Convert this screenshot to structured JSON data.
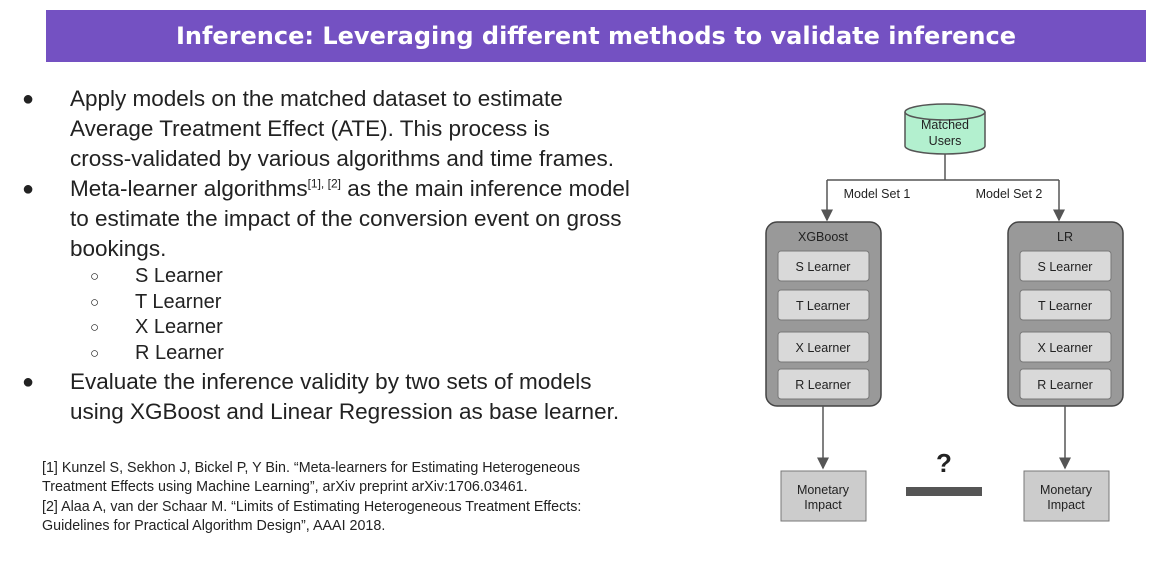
{
  "title": "Inference: Leveraging different methods to validate inference",
  "bullets": [
    {
      "text_a": "Apply models on the matched dataset to estimate",
      "text_b": "Average Treatment Effect (ATE). This process is",
      "text_c": "cross-validated by various algorithms and time frames."
    },
    {
      "text_a": "Meta-learner algorithms",
      "sup": "[1], [2]",
      "text_a2": " as the main inference model",
      "text_b": "to estimate the impact of the conversion event on gross",
      "text_c": "bookings."
    },
    {
      "text_a": "Evaluate the inference validity by two sets of models",
      "text_b": "using XGBoost and Linear Regression as base learner."
    }
  ],
  "learners": [
    "S Learner",
    "T Learner",
    "X Learner",
    "R Learner"
  ],
  "references": [
    "[1] Kunzel S, Sekhon J, Bickel P, Y Bin. “Meta-learners for Estimating Heterogeneous Treatment Effects using Machine Learning”, arXiv preprint arXiv:1706.03461.",
    "[2] Alaa A, van der Schaar M. “Limits of Estimating Heterogeneous Treatment Effects: Guidelines for Practical Algorithm Design”, AAAI 2018."
  ],
  "diagram": {
    "source_line1": "Matched",
    "source_line2": "Users",
    "left_set_label": "Model Set 1",
    "right_set_label": "Model Set 2",
    "left_group_title": "XGBoost",
    "right_group_title": "LR",
    "outcome_line1": "Monetary",
    "outcome_line2": "Impact",
    "compare_mark": "?",
    "colors": {
      "banner": "#7451c2",
      "cylinder": "#b3f0cf",
      "group": "#999999",
      "box": "#d9d9d9",
      "outline": "#555555"
    }
  }
}
